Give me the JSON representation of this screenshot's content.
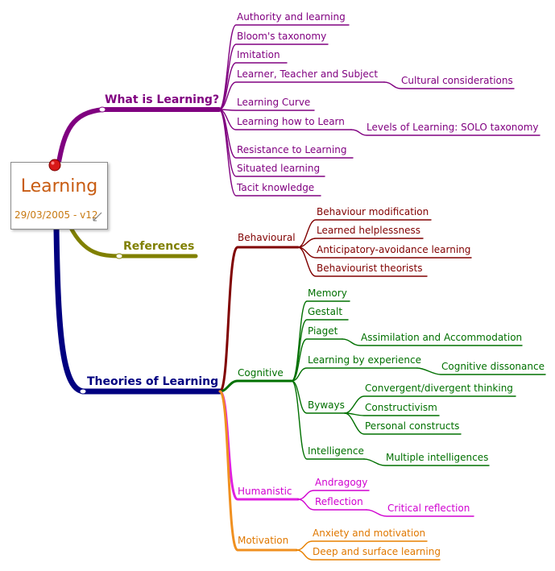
{
  "central": {
    "title": "Learning",
    "subtitle": "29/03/2005 - v12"
  },
  "colors": {
    "purple": "#800080",
    "olive": "#808000",
    "navy": "#000080",
    "maroon": "#800000",
    "green": "#007000",
    "magenta": "#d000d0",
    "orange": "#e88000"
  },
  "branches": {
    "what": {
      "label": "What is Learning?",
      "items": [
        "Authority and learning",
        "Bloom's taxonomy",
        "Imitation",
        "Learner, Teacher and Subject",
        "Learning Curve",
        "Learning how to Learn",
        "Resistance to Learning",
        "Situated learning",
        "Tacit knowledge"
      ],
      "sub": {
        "cultural": "Cultural considerations",
        "solo": "Levels of Learning: SOLO taxonomy"
      }
    },
    "references": {
      "label": "References"
    },
    "theories": {
      "label": "Theories of Learning",
      "behavioural": {
        "label": "Behavioural",
        "items": [
          "Behaviour modification",
          "Learned helplessness",
          "Anticipatory-avoidance learning",
          "Behaviourist theorists"
        ]
      },
      "cognitive": {
        "label": "Cognitive",
        "items": [
          "Memory",
          "Gestalt",
          "Piaget",
          "Learning by experience",
          "Byways",
          "Intelligence"
        ],
        "sub": {
          "assimilation": "Assimilation and Accommodation",
          "dissonance": "Cognitive dissonance",
          "convergent": "Convergent/divergent thinking",
          "constructivism": "Constructivism",
          "personal": "Personal constructs",
          "multiple": "Multiple intelligences"
        }
      },
      "humanistic": {
        "label": "Humanistic",
        "items": [
          "Andragogy",
          "Reflection"
        ],
        "sub": {
          "critical": "Critical reflection"
        }
      },
      "motivation": {
        "label": "Motivation",
        "items": [
          "Anxiety and motivation",
          "Deep and surface learning"
        ]
      }
    }
  }
}
